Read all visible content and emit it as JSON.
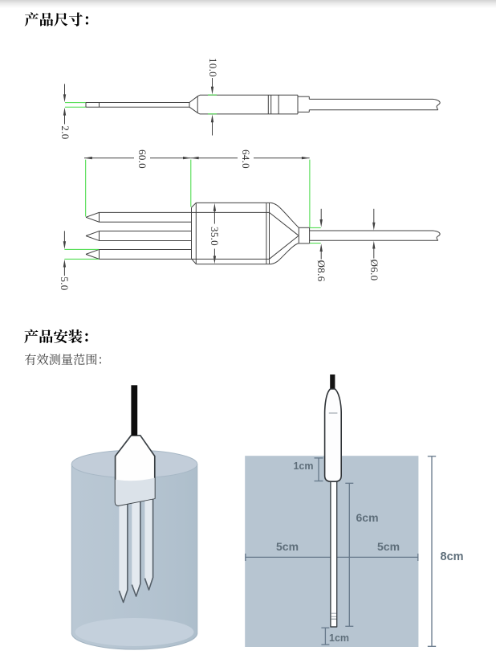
{
  "document": {
    "section_dimensions_title": "产品尺寸：",
    "section_install_title": "产品安装：",
    "install_subtitle": "有效测量范围："
  },
  "side_view_drawing": {
    "dim_needle_thickness": "2.0",
    "dim_body_diameter": "10.0"
  },
  "front_view_drawing": {
    "dim_probe_length": "60.0",
    "dim_body_length": "64.0",
    "dim_body_diameter": "35.0",
    "dim_neck_diameter": "Ø8.6",
    "dim_cable_diameter": "Ø6.0",
    "dim_probe_diameter": "5.0"
  },
  "installation_figure": {
    "dim_body_buried": "1cm",
    "dim_needle_depth": "6cm",
    "dim_left_clearance": "5cm",
    "dim_right_clearance": "5cm",
    "dim_total_depth": "8cm",
    "dim_bottom_clearance": "1cm"
  },
  "colors": {
    "cad_line": "#404040",
    "cad_highlight_green": "#3fd93f",
    "soil_fill": "#b7c5d1",
    "annotation_slate": "#66788a"
  }
}
